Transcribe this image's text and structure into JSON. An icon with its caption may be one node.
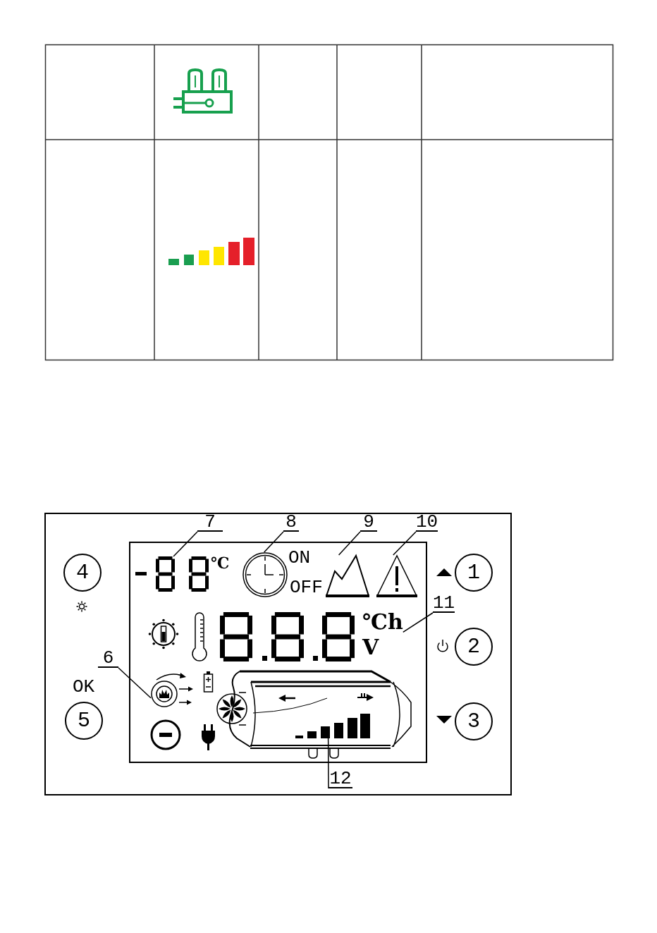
{
  "diagram": {
    "nodes": [
      {
        "text": [
          "7"
        ]
      },
      {
        "text": [
          "8"
        ]
      },
      {
        "text": [
          "9"
        ]
      },
      {
        "text": [
          "10"
        ]
      },
      {
        "text": [
          "4"
        ]
      },
      {
        "text": [],
        "shape": "picture",
        "beside": [
          "℃"
        ]
      },
      {
        "text": [],
        "shape": "picture",
        "beside": [
          "ON",
          "OFF"
        ]
      },
      {
        "text": [],
        "shape": "mountain"
      },
      {
        "text": [],
        "shape": "picture"
      },
      {
        "text": [
          "1"
        ]
      },
      {
        "text": [
          "11"
        ]
      },
      {
        "text": [
          "℃h",
          "V"
        ]
      },
      {
        "text": [
          "2"
        ]
      },
      {
        "text": [
          "6"
        ]
      },
      {
        "text": [
          "5"
        ],
        "beside": [
          "OK"
        ]
      },
      {
        "text": [],
        "shape": "picture"
      },
      {
        "text": [
          "3"
        ]
      },
      {
        "text": [
          "12"
        ]
      },
      {
        "text": [],
        "shape": "picture"
      }
    ],
    "edges": [
      {
        "from": 0,
        "to": 5,
        "arrow": "none"
      },
      {
        "from": 1,
        "to": 6,
        "arrow": "none"
      },
      {
        "from": 2,
        "to": 7,
        "arrow": "none"
      },
      {
        "from": 3,
        "to": 8,
        "arrow": "none"
      },
      {
        "from": 10,
        "to": 11,
        "arrow": "none"
      },
      {
        "from": 13,
        "to": 15,
        "arrow": "none"
      },
      {
        "from": 17,
        "to": 18,
        "arrow": "none"
      }
    ]
  }
}
